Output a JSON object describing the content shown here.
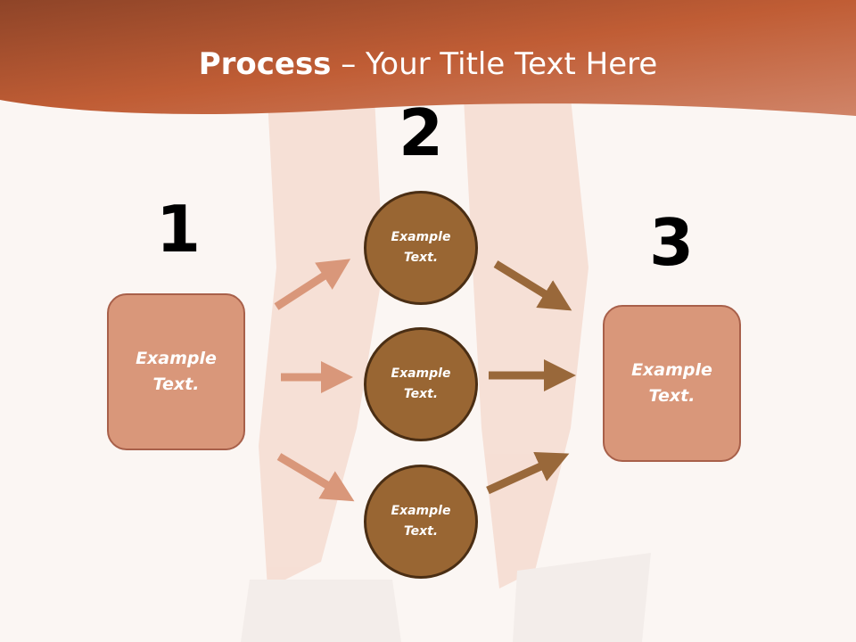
{
  "title": {
    "bold": "Process",
    "rest": " – Your Title Text Here"
  },
  "steps": {
    "n1": "1",
    "n2": "2",
    "n3": "3"
  },
  "left_box": {
    "line1": "Example",
    "line2": "Text."
  },
  "right_box": {
    "line1": "Example",
    "line2": "Text."
  },
  "circles": [
    {
      "line1": "Example",
      "line2": "Text."
    },
    {
      "line1": "Example",
      "line2": "Text."
    },
    {
      "line1": "Example",
      "line2": "Text."
    }
  ],
  "colors": {
    "header": "#c25a34",
    "box": "#d9977a",
    "circle": "#996633",
    "arrow_left": "#d9977a",
    "arrow_right": "#99683a"
  }
}
